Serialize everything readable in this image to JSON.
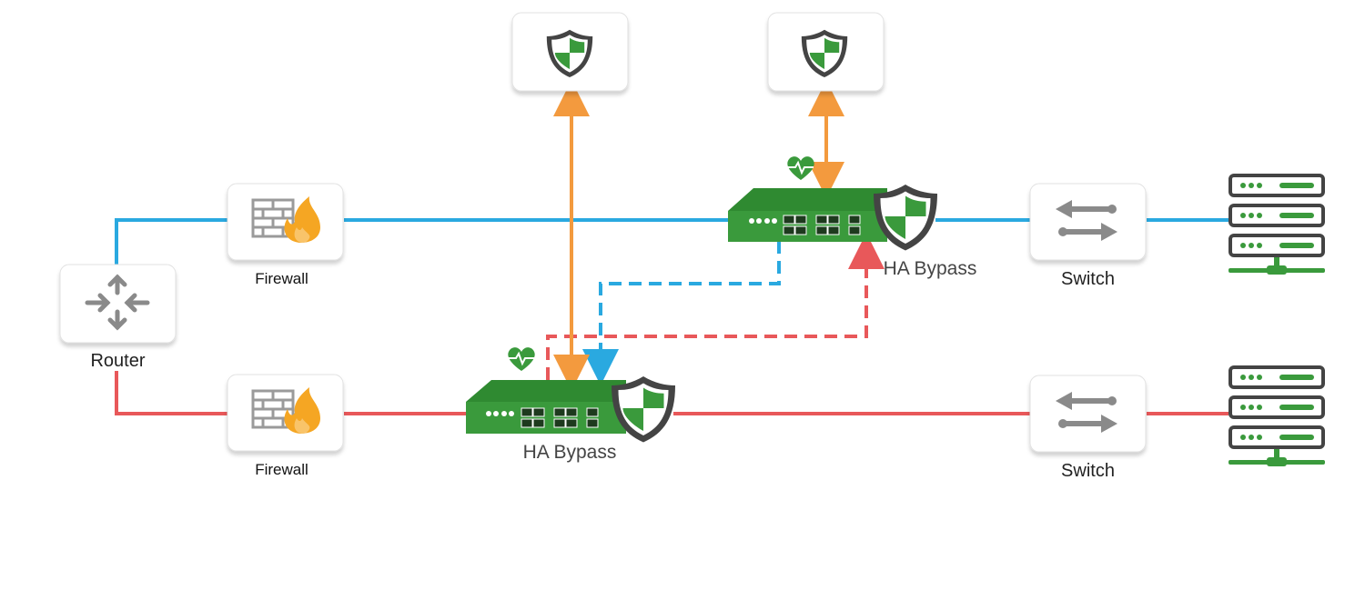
{
  "diagram": {
    "nodes": {
      "router": {
        "label": "Router",
        "icon": "router-icon"
      },
      "firewall_top": {
        "label": "Firewall",
        "icon": "firewall-icon"
      },
      "firewall_bottom": {
        "label": "Firewall",
        "icon": "firewall-icon"
      },
      "bypass_top": {
        "label": "HA Bypass",
        "icon": "network-appliance-icon"
      },
      "bypass_bottom": {
        "label": "HA Bypass",
        "icon": "network-appliance-icon"
      },
      "switch_top": {
        "label": "Switch",
        "icon": "switch-arrows-icon"
      },
      "switch_bottom": {
        "label": "Switch",
        "icon": "switch-arrows-icon"
      },
      "security_tool_left": {
        "icon": "shield-icon"
      },
      "security_tool_right": {
        "icon": "shield-icon"
      },
      "server_top": {
        "icon": "server-rack-icon"
      },
      "server_bottom": {
        "icon": "server-rack-icon"
      }
    },
    "colors": {
      "primary_link": "#2aa9e0",
      "secondary_link": "#e8585a",
      "tool_link": "#f39a3e",
      "appliance": "#3a9a3c",
      "appliance_dark": "#2a7a2c",
      "shield_green": "#3a9a3c",
      "icon_gray": "#8a8a8a",
      "flame": "#f5a623"
    }
  }
}
